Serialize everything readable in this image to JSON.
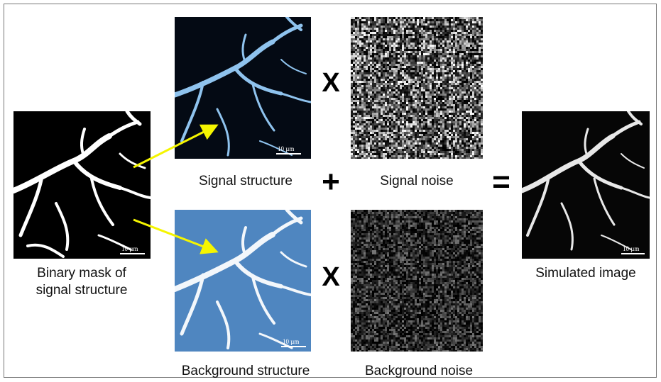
{
  "captions": {
    "mask": "Binary mask of\nsignal structure",
    "signal_structure": "Signal structure",
    "signal_noise": "Signal noise",
    "background_structure": "Background structure",
    "background_noise": "Background noise",
    "simulated": "Simulated image"
  },
  "operators": {
    "times_top": "X",
    "plus": "+",
    "equals": "=",
    "times_bottom": "X"
  },
  "scale_bar": "10 µm",
  "colors": {
    "arrow": "#f5f500",
    "signal_structure_tint": "#7fb2e0",
    "background_fill": "#4f86c0"
  }
}
